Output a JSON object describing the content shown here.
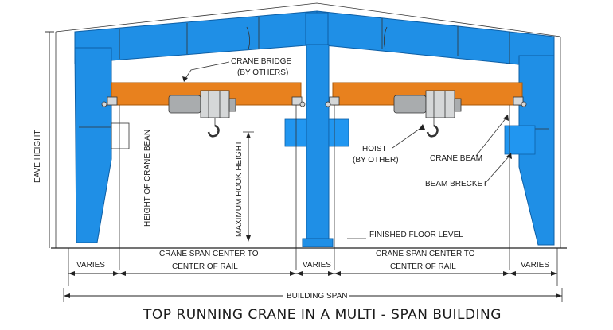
{
  "title": "TOP RUNNING CRANE IN A MULTI - SPAN BUILDING",
  "labels": {
    "eave_height": "EAVE HEIGHT",
    "crane_bridge_1": "CRANE BRIDGE",
    "crane_bridge_2": "(BY OTHERS)",
    "height_of_crane_beam": "HEIGHT OF CRANE BEAN",
    "maximum_hook_height": "MAXIMUM HOOK HEIGHT",
    "hoist_1": "HOIST",
    "hoist_2": "(BY OTHER)",
    "crane_beam": "CRANE BEAM",
    "beam_bracket": "BEAM BRECKET",
    "finished_floor_level": "FINISHED FLOOR LEVEL",
    "varies_left": "VARIES",
    "varies_middle": "VARIES",
    "varies_right": "VARIES",
    "span_left_1": "CRANE SPAN CENTER TO",
    "span_left_2": "CENTER OF RAIL",
    "span_right_1": "CRANE SPAN CENTER TO",
    "span_right_2": "CENTER OF RAIL",
    "building_span": "BUILDING SPAN"
  },
  "colors": {
    "steel_frame": "#1f8fe6",
    "crane_bridge": "#e8811e",
    "hoist": "#a9acae"
  }
}
